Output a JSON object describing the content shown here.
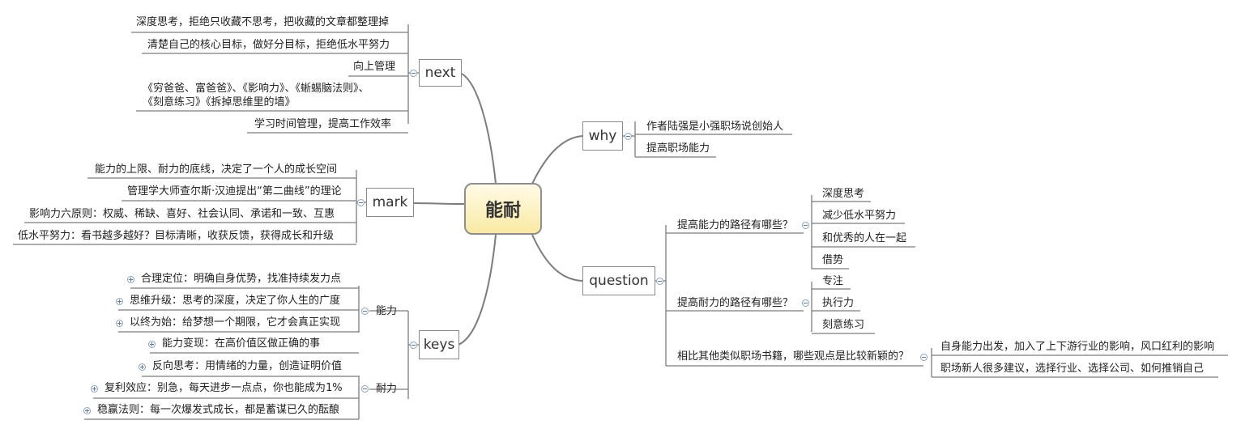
{
  "root": "能耐",
  "branches": {
    "next": {
      "label": "next",
      "items": [
        "深度思考，拒绝只收藏不思考，把收藏的文章都整理掉",
        "清楚自己的核心目标，做好分目标，拒绝低水平努力",
        "向上管理",
        "《穷爸爸、富爸爸》、《影响力》、《蜥蜴脑法则》、",
        "《刻意练习》《拆掉思维里的墙》",
        "学习时间管理，提高工作效率"
      ]
    },
    "mark": {
      "label": "mark",
      "items": [
        "能力的上限、耐力的底线，决定了一个人的成长空间",
        "管理学大师查尔斯·汉迪提出“第二曲线”的理论",
        "影响力六原则：权威、稀缺、喜好、社会认同、承诺和一致、互惠",
        "低水平努力：看书越多越好？目标清晰，收获反馈，获得成长和升级"
      ]
    },
    "keys": {
      "label": "keys",
      "groups": [
        {
          "label": "能力",
          "items": [
            "合理定位：明确自身优势，找准持续发力点",
            "思维升级：思考的深度，决定了你人生的广度",
            "以终为始：给梦想一个期限，它才会真正实现",
            "能力变现：在高价值区做正确的事"
          ]
        },
        {
          "label": "耐力",
          "items": [
            "反向思考：用情绪的力量，创造证明价值",
            "复利效应：别急，每天进步一点点，你也能成为1%",
            "稳赢法则：每一次爆发式成长，都是蓄谋已久的酝酿"
          ]
        }
      ]
    },
    "why": {
      "label": "why",
      "items": [
        "作者陆强是小强职场说创始人",
        "提高职场能力"
      ]
    },
    "question": {
      "label": "question",
      "subs": [
        {
          "label": "提高能力的路径有哪些？",
          "items": [
            "深度思考",
            "减少低水平努力",
            "和优秀的人在一起",
            "借势"
          ]
        },
        {
          "label": "提高耐力的路径有哪些？",
          "items": [
            "专注",
            "执行力",
            "刻意练习"
          ]
        },
        {
          "label": "相比其他类似职场书籍，哪些观点是比较新颖的？",
          "items": [
            "自身能力出发，加入了上下游行业的影响，风口红利的影响",
            "职场新人很多建议，选择行业、选择公司、如何推销自己"
          ]
        }
      ]
    }
  }
}
